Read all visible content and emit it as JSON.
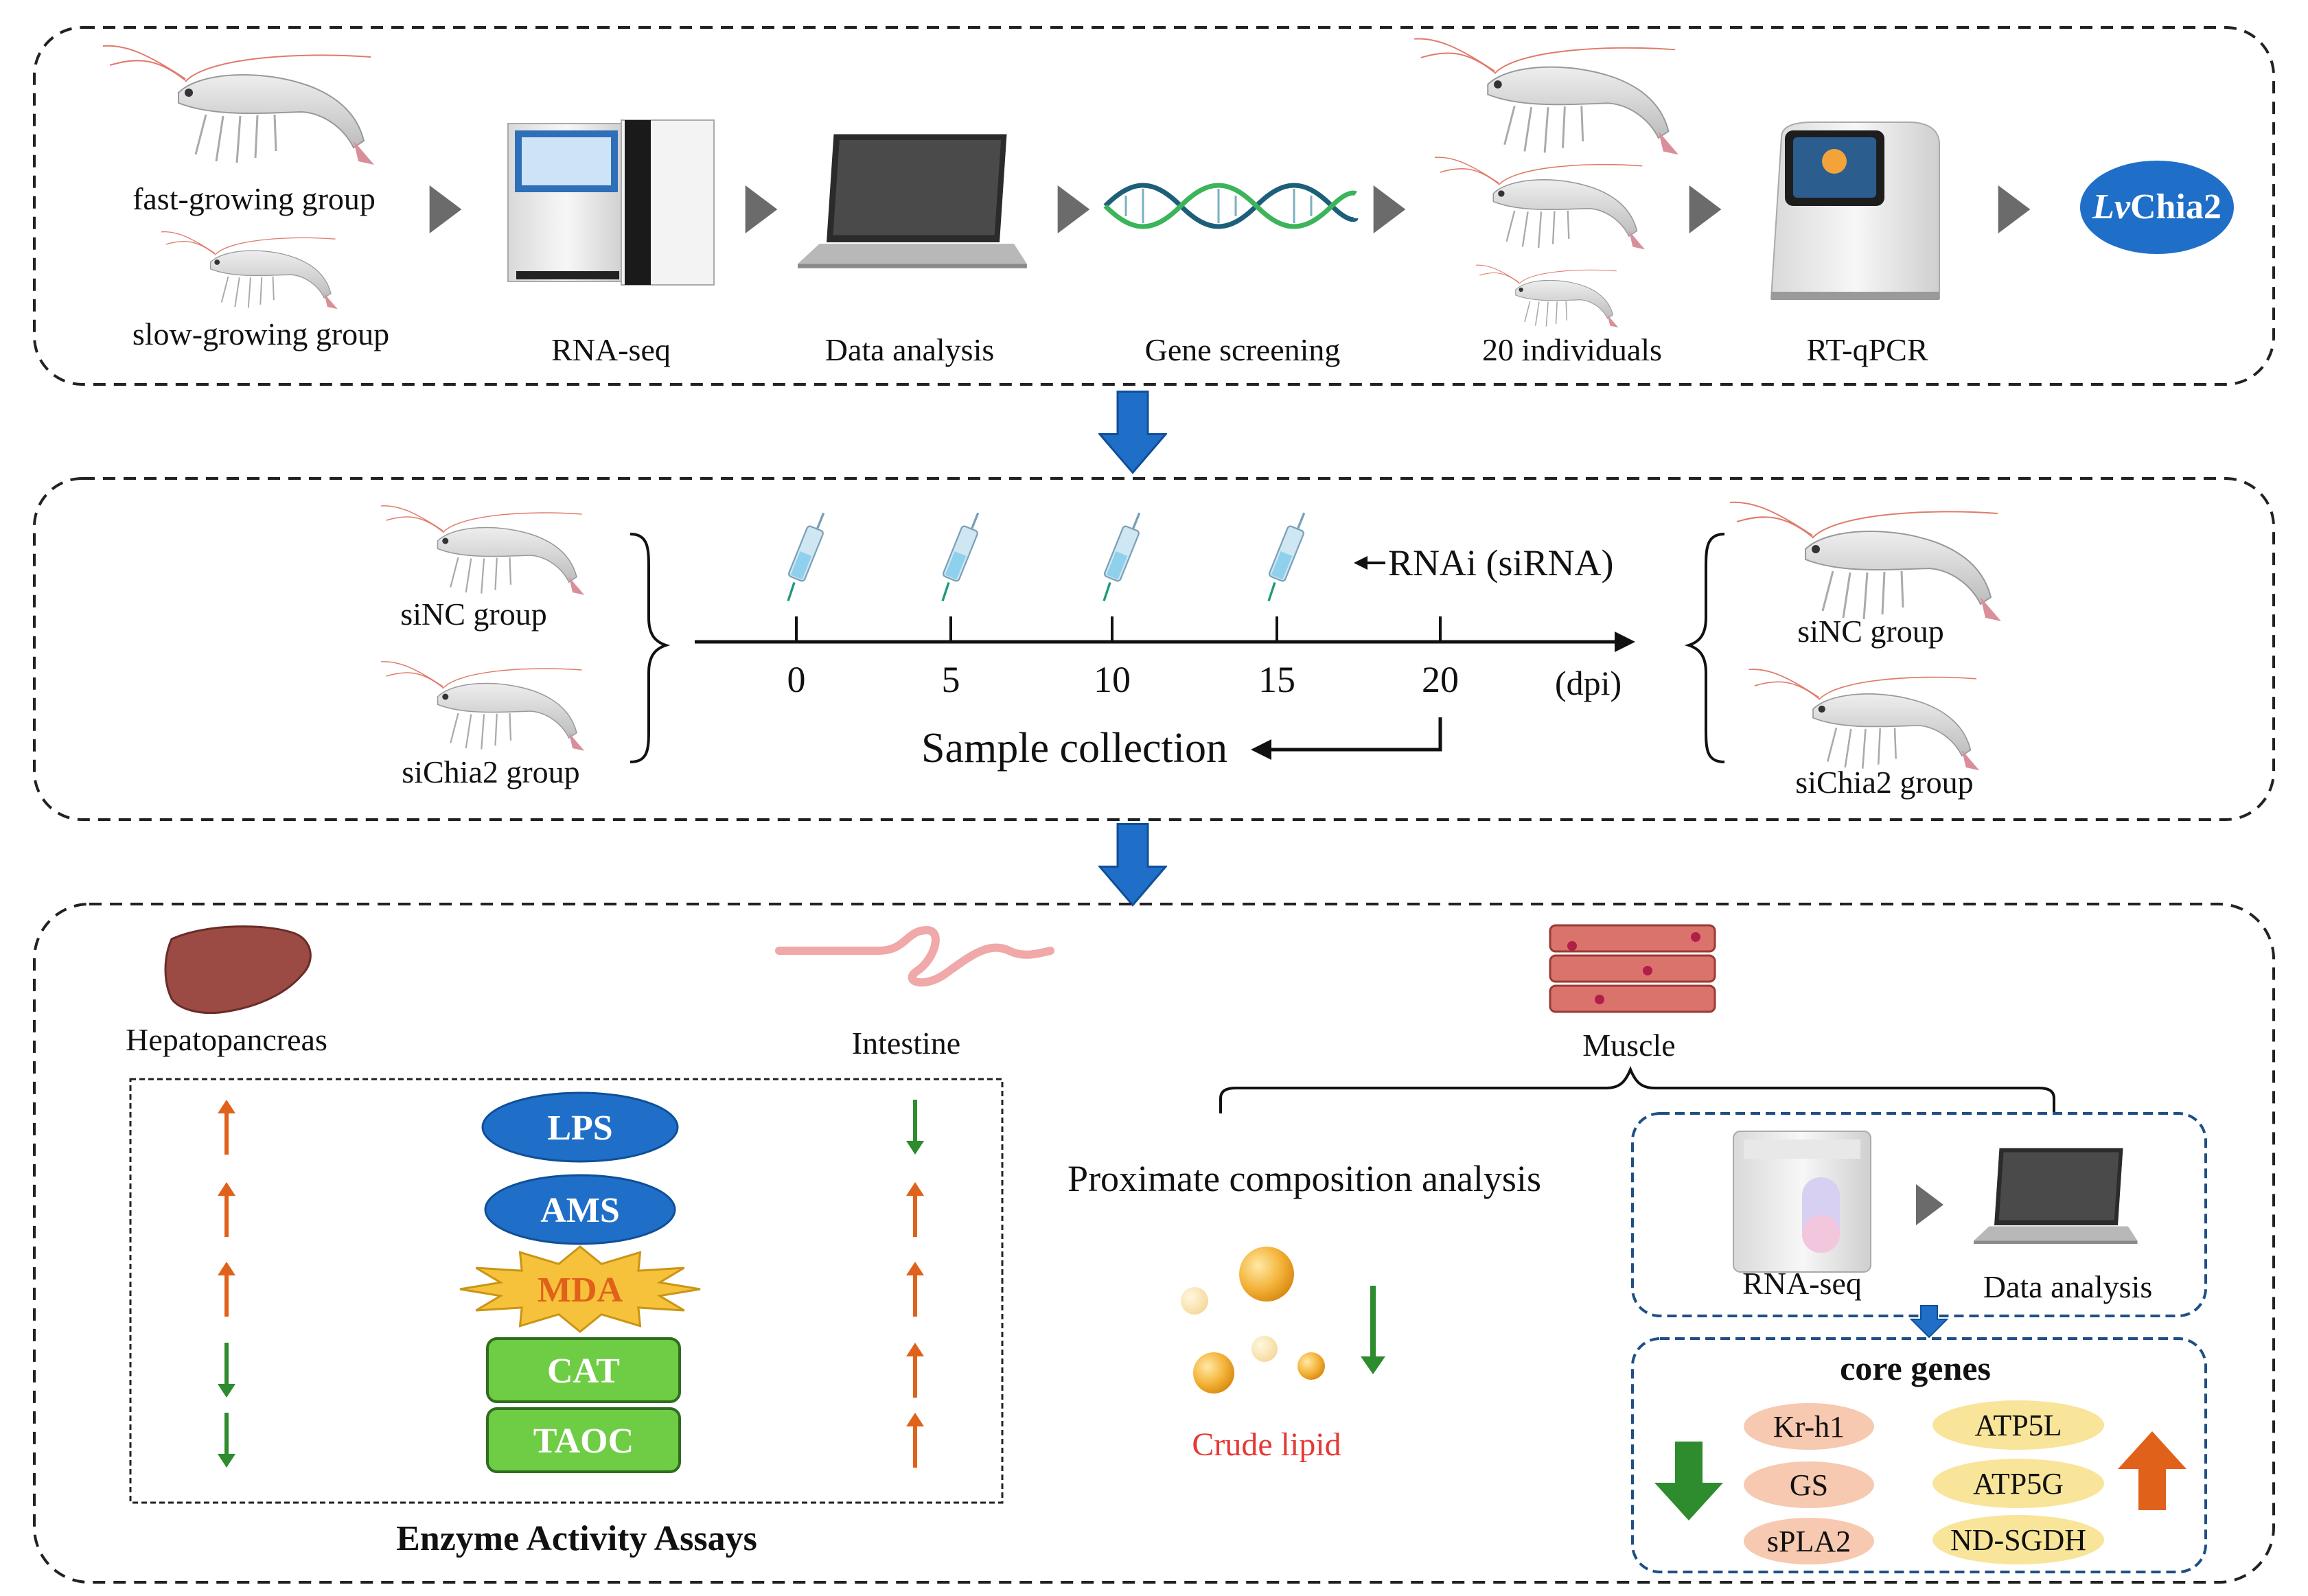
{
  "panel1": {
    "fast_group": "fast-growing group",
    "slow_group": "slow-growing group",
    "steps": [
      "RNA-seq",
      "Data analysis",
      "Gene screening",
      "20 individuals",
      "RT-qPCR"
    ],
    "gene_italic": "Lv",
    "gene_rest": "Chia2"
  },
  "panel2": {
    "left_groups": [
      "siNC group",
      "siChia2 group"
    ],
    "right_groups": [
      "siNC group",
      "siChia2 group"
    ],
    "rnai_label": "RNAi (siRNA)",
    "ticks": [
      "0",
      "5",
      "10",
      "15",
      "20"
    ],
    "unit": "(dpi)",
    "sample_label": "Sample collection"
  },
  "panel3": {
    "hepato_label": "Hepatopancreas",
    "intestine_label": "Intestine",
    "muscle_label": "Muscle",
    "enzymes": [
      "LPS",
      "AMS",
      "MDA",
      "CAT",
      "TAOC"
    ],
    "hepato_arrows": [
      "up",
      "up",
      "up",
      "down",
      "down"
    ],
    "intestine_arrows": [
      "down",
      "up",
      "up",
      "up",
      "up"
    ],
    "assay_title": "Enzyme Activity Assays",
    "proximate_label": "Proximate composition analysis",
    "lipid_label": "Crude lipid",
    "lipid_arrow": "down",
    "seq_label": "RNA-seq",
    "analysis_label": "Data analysis",
    "core_title": "core genes",
    "down_genes": [
      "Kr-h1",
      "GS",
      "sPLA2"
    ],
    "up_genes": [
      "ATP5L",
      "ATP5G",
      "ND-SGDH"
    ]
  },
  "colors": {
    "blue": "#1f6fc9",
    "green": "#2e8b2e",
    "orange": "#e0621a",
    "enzyme_green": "#6fcc45",
    "mda_yellow": "#f7c23b",
    "mda_text": "#e0621a",
    "gene_pink": "#f6c9b0",
    "gene_yellow": "#f8e59a",
    "lipid_red": "#e53935"
  },
  "icons": [
    "shrimp-icon",
    "sequencer-icon",
    "laptop-icon",
    "dna-icon",
    "qpcr-machine-icon",
    "syringe-icon",
    "liver-icon",
    "intestine-icon",
    "muscle-icon",
    "lipid-droplet-icon"
  ]
}
